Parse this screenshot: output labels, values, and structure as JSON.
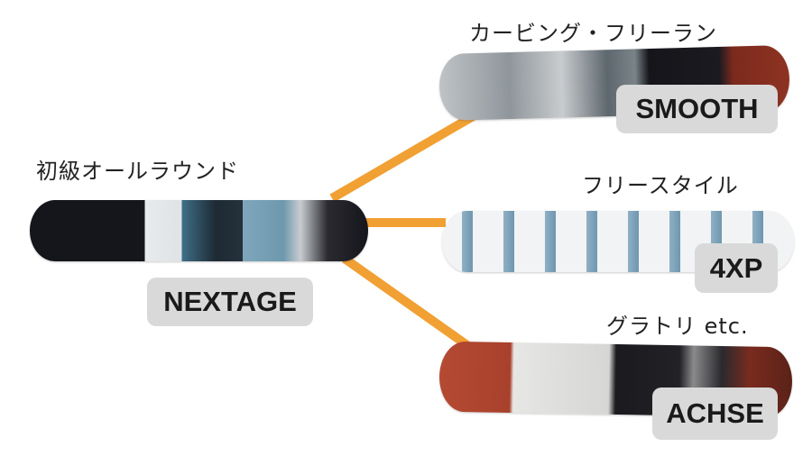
{
  "accent_color": "#f1a033",
  "root": {
    "category": "初級オールラウンド",
    "model": "NEXTAGE"
  },
  "branches": [
    {
      "category": "カービング・フリーラン",
      "model": "SMOOTH"
    },
    {
      "category": "フリースタイル",
      "model": "4XP"
    },
    {
      "category": "グラトリ etc.",
      "model": "ACHSE"
    }
  ]
}
